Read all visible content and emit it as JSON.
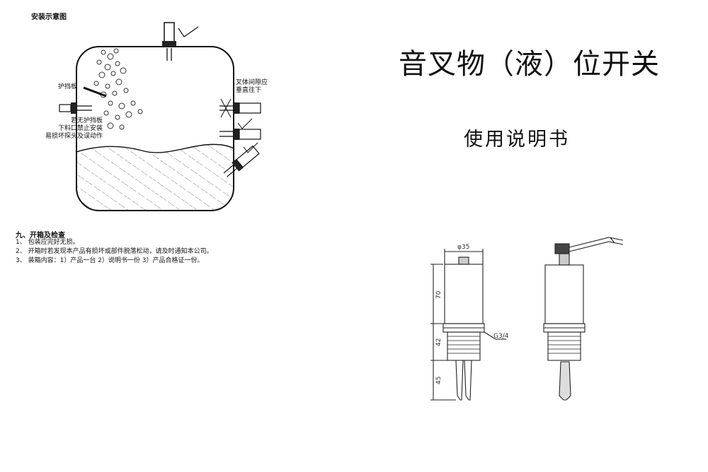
{
  "installation": {
    "title": "安装示意图",
    "labels": {
      "baffle": "护挡板",
      "no_baffle": [
        "若无护挡板",
        "下料口禁止安装",
        "易损坏探头及误动作"
      ],
      "fork_gap": [
        "叉体间隙应",
        "垂直往下"
      ]
    }
  },
  "unpacking": {
    "title": "九、开箱及检查",
    "items": [
      "1、 包装应完好无损。",
      "2、 开箱时若发现本产品有损坏或部件脱落松动，请及时通知本公司。",
      "3、 装箱内容：1）产品一台 2）说明书一份 3）产品合格证一份。"
    ]
  },
  "cover": {
    "title": "音叉物（液）位开关",
    "subtitle": "使用说明书"
  },
  "drawing": {
    "diameter": "φ35",
    "thread": "G3/4",
    "dim_top": "70",
    "dim_mid": "42",
    "dim_bottom": "45"
  }
}
